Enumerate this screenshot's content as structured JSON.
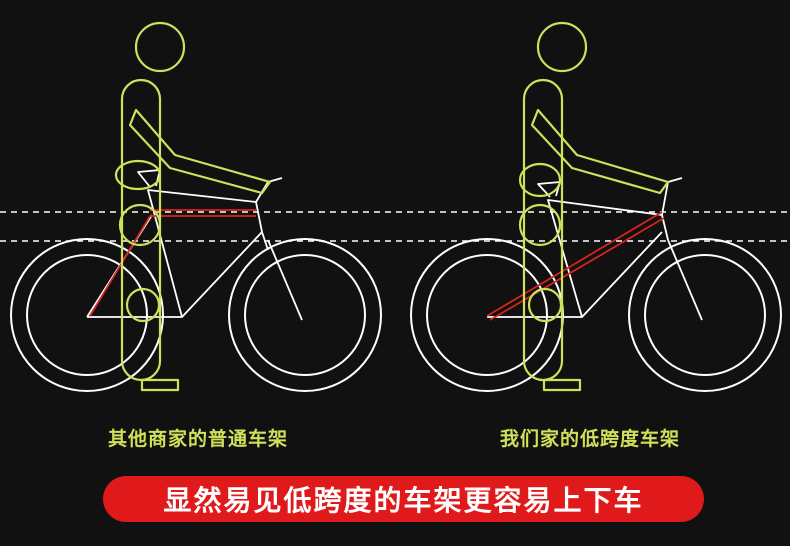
{
  "colors": {
    "background": "#111111",
    "figure_outline": "#cfe05a",
    "frame_line": "#ffffff",
    "frame_highlight": "#d6241c",
    "caption_text": "#cfe05a",
    "banner_bg": "#e0191b",
    "banner_text": "#ffffff",
    "guide_line": "#ffffff"
  },
  "captions": {
    "left": "其他商家的普通车架",
    "right": "我们家的低跨度车架"
  },
  "banner": {
    "text": "显然易见低跨度的车架更容易上下车"
  },
  "illustration": {
    "left_panel": {
      "frame_type": "standard",
      "icons": [
        "rider-outline-icon",
        "bicycle-standard-frame-icon"
      ]
    },
    "right_panel": {
      "frame_type": "low-step",
      "icons": [
        "rider-outline-icon",
        "bicycle-low-step-frame-icon"
      ]
    },
    "guide_lines": "dashed-horizontal"
  }
}
